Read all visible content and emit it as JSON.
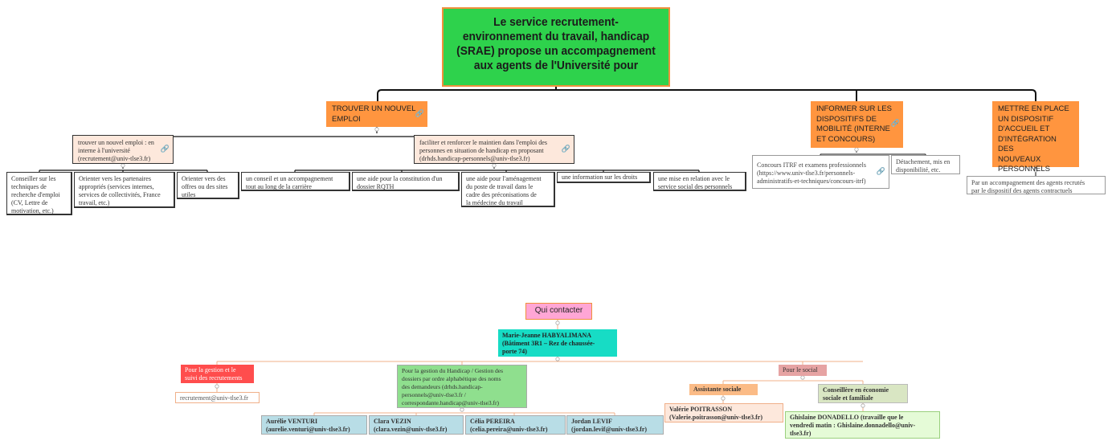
{
  "root": {
    "text": "Le service recrutement-\nenvironnement du travail, handicap\n(SRAE) propose un accompagnement\naux agents de l'Université pour"
  },
  "branches": {
    "trouver": {
      "text": "TROUVER UN NOUVEL\nEMPLOI"
    },
    "informer": {
      "text": "INFORMER SUR LES\nDISPOSITIFS DE\nMOBILITÉ (INTERNE\nET CONCOURS)"
    },
    "mettre": {
      "text": "METTRE EN PLACE\nUN DISPOSITIF\nD'ACCUEIL ET\nD'INTÉGRATION DES\nNOUVEAUX\nPERSONNELS"
    }
  },
  "subs": {
    "nouvel_emploi": {
      "text": "trouver un nouvel emploi : en\ninterne à l'université\n(recrutement@univ-tlse3.fr)"
    },
    "maintien": {
      "text": "faciliter et renforcer le maintien dans l'emploi des\npersonnes en situation de handicap en proposant\n(drhds.handicap-personnels@univ-tlse3.fr)"
    }
  },
  "leaves": {
    "conseiller": "Conseiller sur les\ntechniques de\nrecherche d'emploi\n(CV, Lettre de\nmotivation, etc.)",
    "orienter_partenaires": "Orienter vers les partenaires\nappropriés (services internes,\nservices de collectivités, France\ntravail, etc.)",
    "orienter_offres": "Orienter vers des\noffres ou des sites\nutiles",
    "conseil_accomp": "un conseil et un accompagnement\ntout au long de la carrière",
    "aide_rqth": "une aide pour la constitution d'un\ndossier RQTH",
    "aide_amenagement": "une aide pour l'aménagement\ndu poste de travail dans le\ncadre des préconisations de\nla médecine du travail",
    "info_droits": "une information sur les droits",
    "mise_relation": "une mise en relation avec le\nservice social des personnels",
    "concours": "Concours ITRF et examens professionnels\n(https://www.univ-tlse3.fr/personnels-\nadministratifs-et-techniques/concours-itrf)",
    "detachement": "Détachement, mis en\ndisponibilité, etc.",
    "accompagnement": "Par un accompagnement des agents recrutés\npar le dispositif des agents contractuels"
  },
  "contact": {
    "title": "Qui contacter",
    "head": "Marie-Jeanne HABYALIMANA\n(Bâtiment 3R1 – Rez de chaussée-\nporte 74)",
    "gestion_label": "Pour la gestion et le\nsuivi des recrutements",
    "gestion_email": "recrutement@univ-tlse3.fr",
    "handicap_label": "Pour la gestion du Handicap / Gestion des\ndossiers par ordre alphabétique des noms\ndes demandeurs (drhds.handicap-\npersonnels@univ-tlse3.fr /\ncorrespondante.handicap@univ-tlse3.fr)",
    "handicap_people": [
      "Aurélie VENTURI\n(aurelie.venturi@univ-tlse3.fr)",
      "Clara VEZIN\n(clara.vezin@univ-tlse3.fr)",
      "Célia PEREIRA\n(celia.pereira@univ-tlse3.fr)",
      "Jordan LEVIF\n(jordan.levif@univ-tlse3.fr)"
    ],
    "social_label": "Pour le social",
    "assistante_label": "Assistante sociale",
    "assistante_person": "Valérie POITRASSON\n(Valerie.poitrasson@univ-tlse3.fr)",
    "conseillere_label": "Conseillère en économie\nsociale et familiale",
    "conseillere_person": "Ghislaine DONADELLO (travaille que le\nvendredi matin : Ghislaine.donnadello@univ-\ntlse3.fr)"
  },
  "icons": {
    "link": "link-icon",
    "expand": "expand-dot-icon"
  },
  "colors": {
    "root": "#2ed24c",
    "branch": "#ff953f",
    "contact_title": "#ffa6d5",
    "contact_head": "#17dcc5",
    "recrutement": "#ff4d4d",
    "handicap": "#8fdf8e",
    "social": "#e6a3a3"
  }
}
